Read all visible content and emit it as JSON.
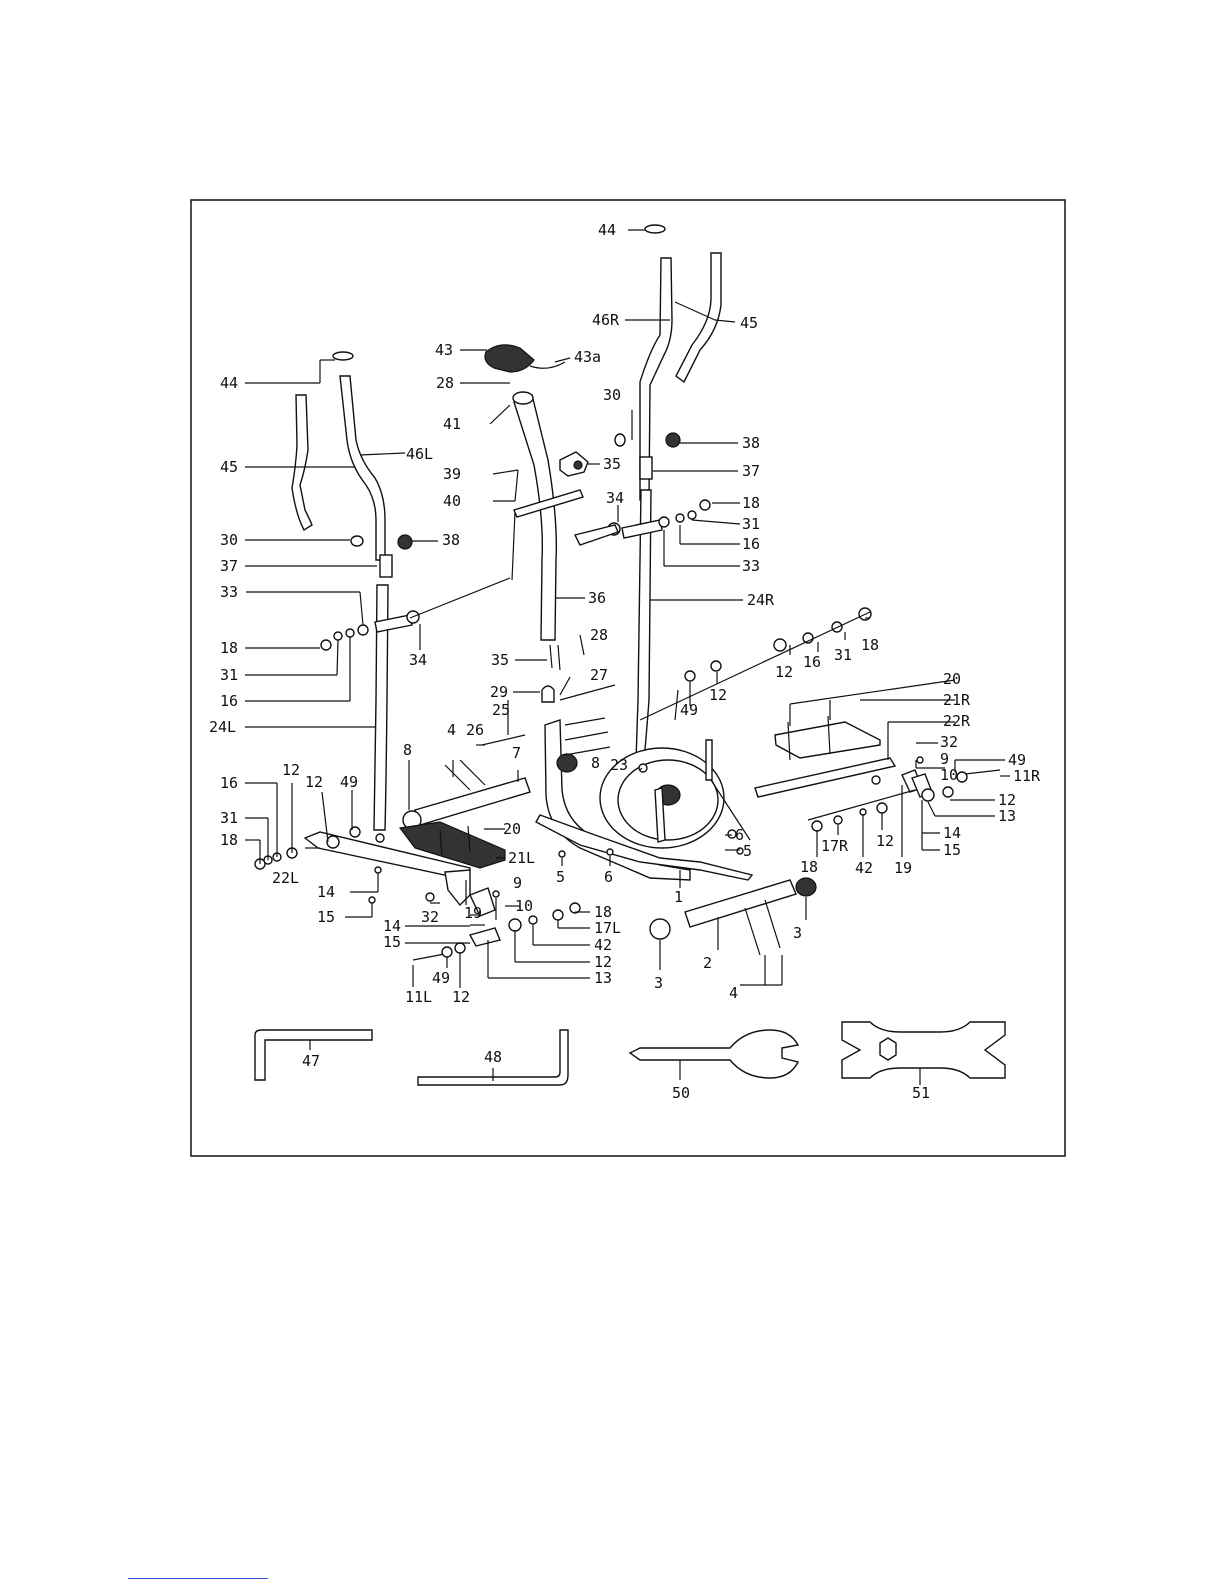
{
  "diagram": {
    "parts": [
      {
        "id": "p44r",
        "label": "44"
      },
      {
        "id": "p46r",
        "label": "46R"
      },
      {
        "id": "p45r",
        "label": "45"
      },
      {
        "id": "p43",
        "label": "43"
      },
      {
        "id": "p43a",
        "label": "43a"
      },
      {
        "id": "p44l",
        "label": "44"
      },
      {
        "id": "p28a",
        "label": "28"
      },
      {
        "id": "p30r",
        "label": "30"
      },
      {
        "id": "p41",
        "label": "41"
      },
      {
        "id": "p38r",
        "label": "38"
      },
      {
        "id": "p46l",
        "label": "46L"
      },
      {
        "id": "p45l",
        "label": "45"
      },
      {
        "id": "p39",
        "label": "39"
      },
      {
        "id": "p35a",
        "label": "35"
      },
      {
        "id": "p37r",
        "label": "37"
      },
      {
        "id": "p40",
        "label": "40"
      },
      {
        "id": "p34r",
        "label": "34"
      },
      {
        "id": "p18r",
        "label": "18"
      },
      {
        "id": "p31r",
        "label": "31"
      },
      {
        "id": "p16r",
        "label": "16"
      },
      {
        "id": "p30l",
        "label": "30"
      },
      {
        "id": "p38l",
        "label": "38"
      },
      {
        "id": "p33r",
        "label": "33"
      },
      {
        "id": "p37l",
        "label": "37"
      },
      {
        "id": "p36",
        "label": "36"
      },
      {
        "id": "p24r",
        "label": "24R"
      },
      {
        "id": "p33l",
        "label": "33"
      },
      {
        "id": "p18l",
        "label": "18"
      },
      {
        "id": "p34l",
        "label": "34"
      },
      {
        "id": "p31l",
        "label": "31"
      },
      {
        "id": "p16l",
        "label": "16"
      },
      {
        "id": "p24l",
        "label": "24L"
      },
      {
        "id": "p35b",
        "label": "35"
      },
      {
        "id": "p28b",
        "label": "28"
      },
      {
        "id": "p27",
        "label": "27"
      },
      {
        "id": "p29",
        "label": "29"
      },
      {
        "id": "p25",
        "label": "25"
      },
      {
        "id": "p26",
        "label": "26"
      },
      {
        "id": "p8a",
        "label": "8"
      },
      {
        "id": "p4a",
        "label": "4"
      },
      {
        "id": "p7",
        "label": "7"
      },
      {
        "id": "p23",
        "label": "23"
      },
      {
        "id": "p8b",
        "label": "8"
      },
      {
        "id": "p12a",
        "label": "12"
      },
      {
        "id": "p16c",
        "label": "16"
      },
      {
        "id": "p31c",
        "label": "31"
      },
      {
        "id": "p18c",
        "label": "18"
      },
      {
        "id": "p49a",
        "label": "49"
      },
      {
        "id": "p12b",
        "label": "12"
      },
      {
        "id": "p20a",
        "label": "20"
      },
      {
        "id": "p21r",
        "label": "21R"
      },
      {
        "id": "p22r",
        "label": "22R"
      },
      {
        "id": "p32a",
        "label": "32"
      },
      {
        "id": "p9a",
        "label": "9"
      },
      {
        "id": "p10a",
        "label": "10"
      },
      {
        "id": "p49b",
        "label": "49"
      },
      {
        "id": "p11r",
        "label": "11R"
      },
      {
        "id": "p12c",
        "label": "12"
      },
      {
        "id": "p13a",
        "label": "13"
      },
      {
        "id": "p14a",
        "label": "14"
      },
      {
        "id": "p15a",
        "label": "15"
      },
      {
        "id": "p16d",
        "label": "16"
      },
      {
        "id": "p12d",
        "label": "12"
      },
      {
        "id": "p12e",
        "label": "12"
      },
      {
        "id": "p49c",
        "label": "49"
      },
      {
        "id": "p31d",
        "label": "31"
      },
      {
        "id": "p18d",
        "label": "18"
      },
      {
        "id": "p22l",
        "label": "22L"
      },
      {
        "id": "p14b",
        "label": "14"
      },
      {
        "id": "p15b",
        "label": "15"
      },
      {
        "id": "p20b",
        "label": "20"
      },
      {
        "id": "p21l",
        "label": "21L"
      },
      {
        "id": "p6a",
        "label": "6"
      },
      {
        "id": "p5a",
        "label": "5"
      },
      {
        "id": "p5b",
        "label": "5"
      },
      {
        "id": "p6b",
        "label": "6"
      },
      {
        "id": "p17r",
        "label": "17R"
      },
      {
        "id": "p12f",
        "label": "12"
      },
      {
        "id": "p42a",
        "label": "42"
      },
      {
        "id": "p19a",
        "label": "19"
      },
      {
        "id": "p18e",
        "label": "18"
      },
      {
        "id": "p1",
        "label": "1"
      },
      {
        "id": "p32b",
        "label": "32"
      },
      {
        "id": "p19b",
        "label": "19"
      },
      {
        "id": "p9b",
        "label": "9"
      },
      {
        "id": "p10b",
        "label": "10"
      },
      {
        "id": "p18f",
        "label": "18"
      },
      {
        "id": "p17l",
        "label": "17L"
      },
      {
        "id": "p14c",
        "label": "14"
      },
      {
        "id": "p15c",
        "label": "15"
      },
      {
        "id": "p42b",
        "label": "42"
      },
      {
        "id": "p12g",
        "label": "12"
      },
      {
        "id": "p13b",
        "label": "13"
      },
      {
        "id": "p3a",
        "label": "3"
      },
      {
        "id": "p3b",
        "label": "3"
      },
      {
        "id": "p2",
        "label": "2"
      },
      {
        "id": "p4b",
        "label": "4"
      },
      {
        "id": "p11l",
        "label": "11L"
      },
      {
        "id": "p49d",
        "label": "49"
      },
      {
        "id": "p12h",
        "label": "12"
      },
      {
        "id": "p47",
        "label": "47"
      },
      {
        "id": "p48",
        "label": "48"
      },
      {
        "id": "p50",
        "label": "50"
      },
      {
        "id": "p51",
        "label": "51"
      }
    ]
  }
}
